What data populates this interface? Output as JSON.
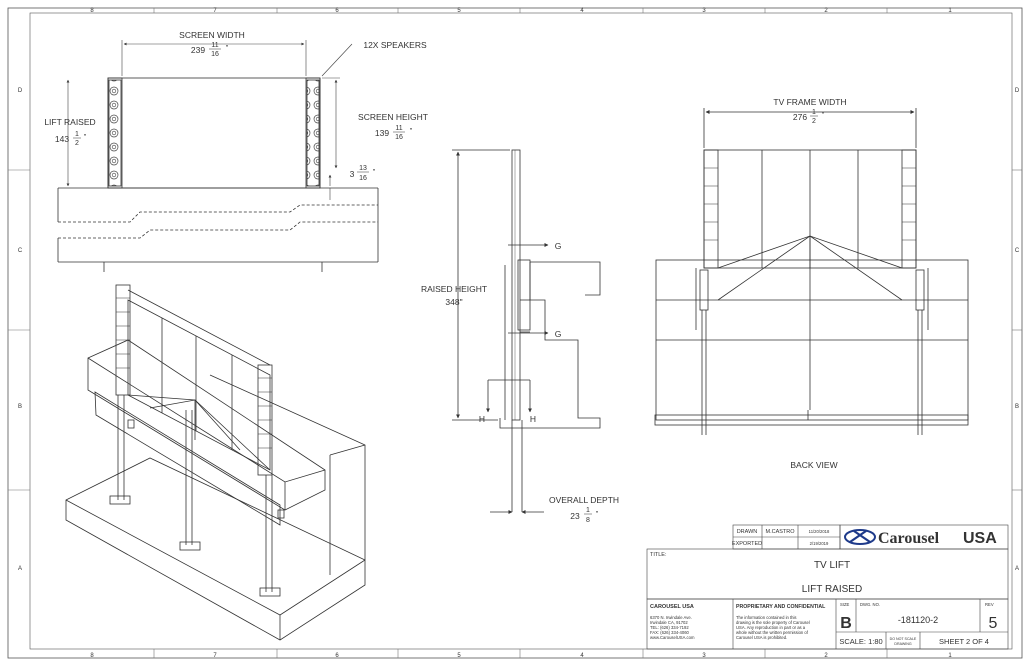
{
  "zones": {
    "top": [
      "8",
      "7",
      "6",
      "5",
      "4",
      "3",
      "2",
      "1"
    ],
    "bottom": [
      "8",
      "7",
      "6",
      "5",
      "4",
      "3",
      "2",
      "1"
    ],
    "left": [
      "D",
      "C",
      "B",
      "A"
    ],
    "right": [
      "D",
      "C",
      "B",
      "A"
    ]
  },
  "front_view": {
    "screen_width_label": "SCREEN WIDTH",
    "screen_width_whole": "239",
    "screen_width_num": "11",
    "screen_width_den": "16",
    "screen_width_unit": "\"",
    "speakers_label": "12X SPEAKERS",
    "lift_raised_label": "LIFT RAISED",
    "lift_raised_whole": "143",
    "lift_raised_num": "1",
    "lift_raised_den": "2",
    "lift_raised_unit": "\"",
    "screen_height_label": "SCREEN HEIGHT",
    "screen_height_whole": "139",
    "screen_height_num": "11",
    "screen_height_den": "16",
    "screen_height_unit": "\"",
    "offset_whole": "3",
    "offset_num": "13",
    "offset_den": "16",
    "offset_unit": "\""
  },
  "side_view": {
    "raised_height_label": "RAISED HEIGHT",
    "raised_height_value": "348\"",
    "section_g": "G",
    "section_h": "H",
    "overall_depth_label": "OVERALL DEPTH",
    "overall_depth_whole": "23",
    "overall_depth_num": "1",
    "overall_depth_den": "8",
    "overall_depth_unit": "\""
  },
  "back_view": {
    "frame_width_label": "TV FRAME WIDTH",
    "frame_width_whole": "276",
    "frame_width_num": "1",
    "frame_width_den": "2",
    "frame_width_unit": "\"",
    "caption": "BACK VIEW"
  },
  "title_block": {
    "drawn_label": "DRAWN",
    "drawn_by": "M.CASTRO",
    "drawn_date": "11/20/2018",
    "exported_label": "EXPORTED",
    "exported_date": "2/19/2019",
    "logo_brand": "Carousel",
    "logo_suffix": "USA",
    "title_label": "TITLE:",
    "title_line1": "TV LIFT",
    "title_line2": "LIFT RAISED",
    "company_name": "CAROUSEL USA",
    "company_address1": "6370 N. Irwindale Ave.",
    "company_address2": "Irwindale CA, 91702",
    "company_tel": "TEL: (626) 334-7192",
    "company_fax": "FAX: (626) 334-4060",
    "company_web": "www.CarouselUSA.com",
    "proprietary_label": "PROPRIETARY AND CONFIDENTIAL",
    "proprietary_text": [
      "The information contained in this",
      "drawing is the sole property of Carousel",
      "USA. Any reproduction in part or as a",
      "whole without the written permission of",
      "Carousel USA is prohibited."
    ],
    "size_label": "SIZE",
    "size_value": "B",
    "dwg_label": "DWG. NO.",
    "dwg_value": "-181120-2",
    "rev_label": "REV",
    "rev_value": "5",
    "scale_text": "SCALE: 1:80",
    "donot_scale_line1": "DO NOT SCALE",
    "donot_scale_line2": "DRAWING",
    "sheet_text": "SHEET 2 OF 4"
  },
  "colors": {
    "line": "#3a3a3a",
    "light_line": "#8a8a8a",
    "logo_blue": "#1e3a8a"
  }
}
